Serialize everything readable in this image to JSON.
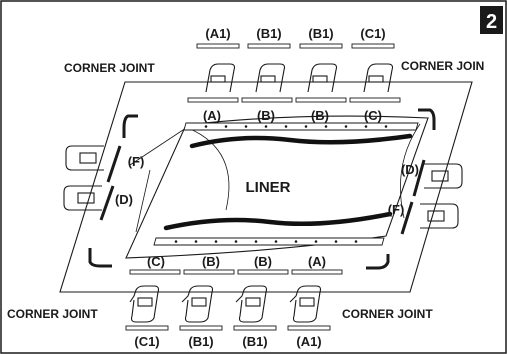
{
  "step_number": "2",
  "liner_label": "LINER",
  "corner_joint_label": "CORNER JOINT",
  "corner_joint_label_top_right": "CORNER JOIN",
  "top_connector_labels": [
    "(A1)",
    "(B1)",
    "(B1)",
    "(C1)"
  ],
  "top_rail_labels": [
    "(A)",
    "(B)",
    "(B)",
    "(C)"
  ],
  "bottom_rail_labels": [
    "(C)",
    "(B)",
    "(B)",
    "(A)"
  ],
  "bottom_connector_labels": [
    "(C1)",
    "(B1)",
    "(B1)",
    "(A1)"
  ],
  "left_labels": [
    "(F)",
    "(D)"
  ],
  "right_labels": [
    "(D)",
    "(F)"
  ]
}
